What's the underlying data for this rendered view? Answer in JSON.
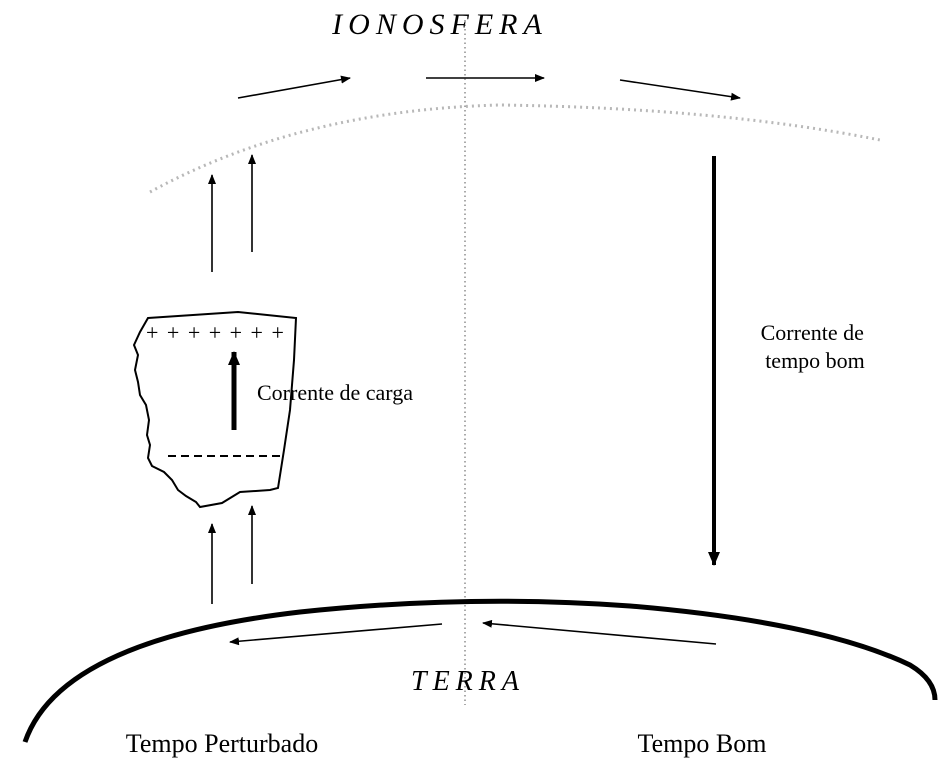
{
  "labels": {
    "ionosphere": "IONOSFERA",
    "earth": "TERRA",
    "charge_current": "Corrente de carga",
    "fair_weather_current_line1": "Corrente de",
    "fair_weather_current_line2": "tempo bom",
    "disturbed_weather": "Tempo Perturbado",
    "fair_weather": "Tempo Bom"
  },
  "symbols": {
    "positive_charge_row": "+ + + + + + +"
  }
}
